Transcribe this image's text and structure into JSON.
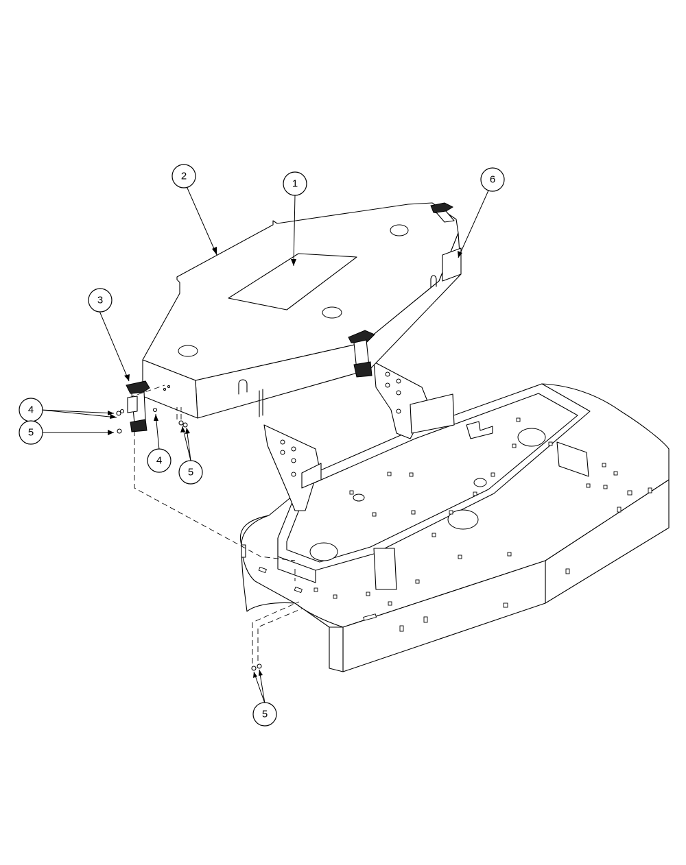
{
  "callouts": [
    {
      "id": "c1",
      "label": "1"
    },
    {
      "id": "c2",
      "label": "2"
    },
    {
      "id": "c3",
      "label": "3"
    },
    {
      "id": "c4a",
      "label": "4"
    },
    {
      "id": "c4b",
      "label": "4"
    },
    {
      "id": "c5a",
      "label": "5"
    },
    {
      "id": "c5b",
      "label": "5"
    },
    {
      "id": "c5c",
      "label": "5"
    },
    {
      "id": "c6",
      "label": "6"
    }
  ]
}
